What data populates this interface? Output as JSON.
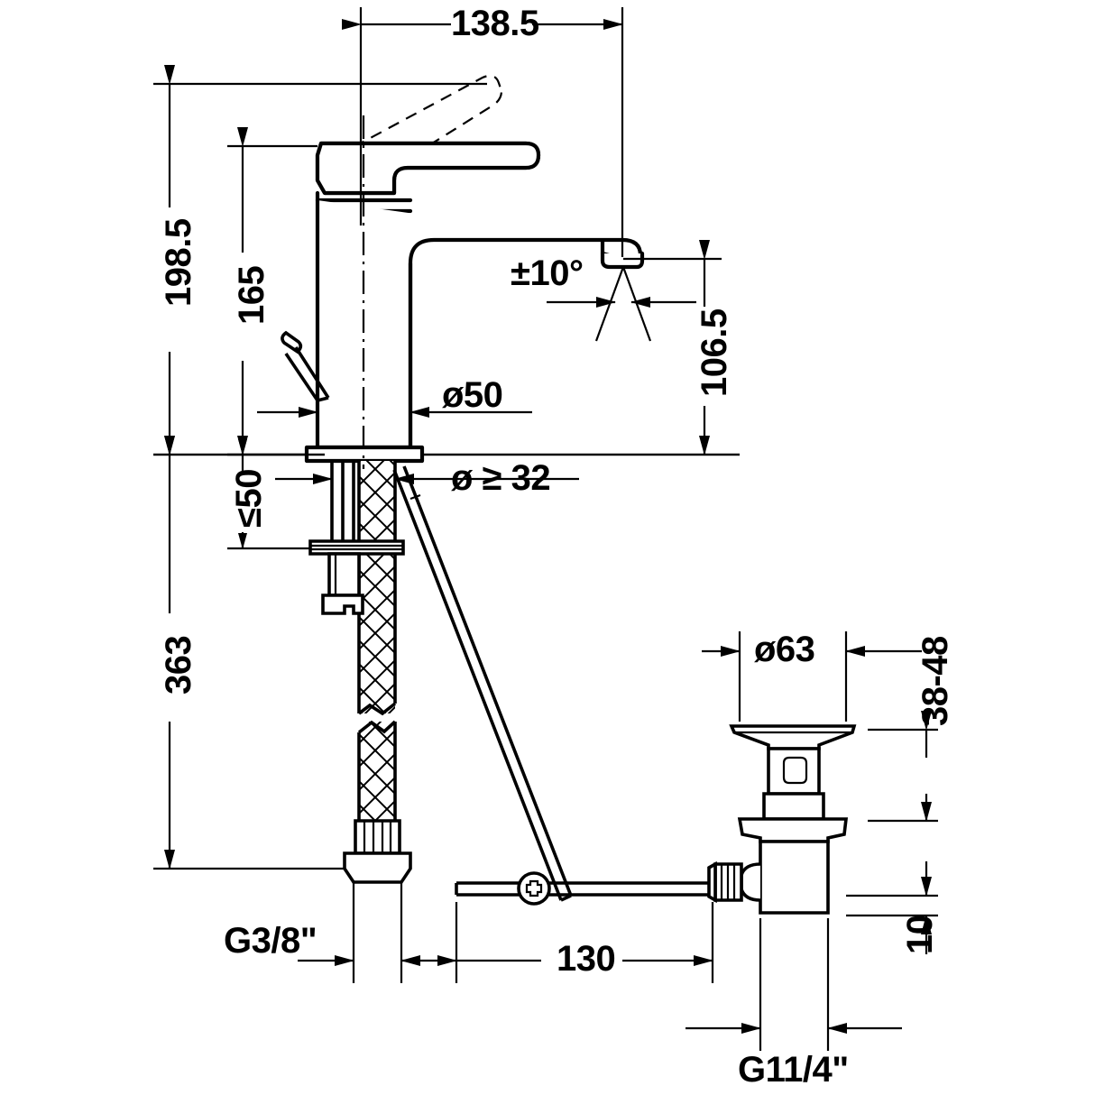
{
  "drawing": {
    "title": "Single lever basin mixer technical dimension drawing",
    "units": "mm",
    "line_color": "#000000",
    "background_color": "#ffffff"
  },
  "dimensions": {
    "spout_reach": {
      "label": "138.5",
      "orientation": "horizontal",
      "position": "top"
    },
    "total_height": {
      "label": "198.5",
      "orientation": "vertical",
      "position": "left-outer"
    },
    "body_height": {
      "label": "165",
      "orientation": "vertical",
      "position": "left-inner"
    },
    "spout_outlet_height": {
      "label": "106.5",
      "orientation": "vertical",
      "position": "right"
    },
    "aerator_swivel_angle": {
      "label": "±10°",
      "orientation": "angular",
      "position": "spout-tip"
    },
    "body_diameter": {
      "label": "ø50",
      "orientation": "horizontal",
      "position": "body"
    },
    "mounting_hole_diameter": {
      "label": "ø ≥ 32",
      "orientation": "horizontal",
      "position": "below-base"
    },
    "max_counter_thickness": {
      "label": "≤50",
      "orientation": "vertical",
      "position": "below-base-left"
    },
    "hose_length_total": {
      "label": "363",
      "orientation": "vertical",
      "position": "left-outer-lower"
    },
    "hose_thread": {
      "label": "G3/8\"",
      "orientation": "horizontal",
      "position": "bottom-left"
    },
    "pop_up_rod_length": {
      "label": "130",
      "orientation": "horizontal",
      "position": "bottom-center"
    },
    "drain_flange_diameter": {
      "label": "ø63",
      "orientation": "horizontal",
      "position": "right-upper"
    },
    "drain_adjust_range": {
      "label": "38-48",
      "orientation": "vertical",
      "position": "right"
    },
    "drain_tail_length": {
      "label": "10",
      "orientation": "vertical",
      "position": "right-lower"
    },
    "drain_thread": {
      "label": "G11/4\"",
      "orientation": "horizontal",
      "position": "bottom-right"
    }
  },
  "parts": [
    {
      "name": "lever-handle",
      "description": "single lever handle, shown closed and dashed open position"
    },
    {
      "name": "faucet-body",
      "description": "cylindrical body with angled spout"
    },
    {
      "name": "aerator",
      "description": "spout outlet aerator, ±10° adjustable"
    },
    {
      "name": "pop-up-lift-rod",
      "description": "pop-up waste lift rod behind body"
    },
    {
      "name": "base-escutcheon",
      "description": "mounting base flange"
    },
    {
      "name": "braided-hose",
      "description": "braided flexible supply hose with G3/8 nut"
    },
    {
      "name": "mounting-stud",
      "description": "threaded mounting stud with clamp plate"
    },
    {
      "name": "pop-up-linkage-rod",
      "description": "horizontal pop-up connecting rod, 130 mm"
    },
    {
      "name": "pivot-clip",
      "description": "cross pivot clip on linkage"
    },
    {
      "name": "drain-body",
      "description": "pop-up drain waste body with G1 1/4 thread"
    }
  ]
}
